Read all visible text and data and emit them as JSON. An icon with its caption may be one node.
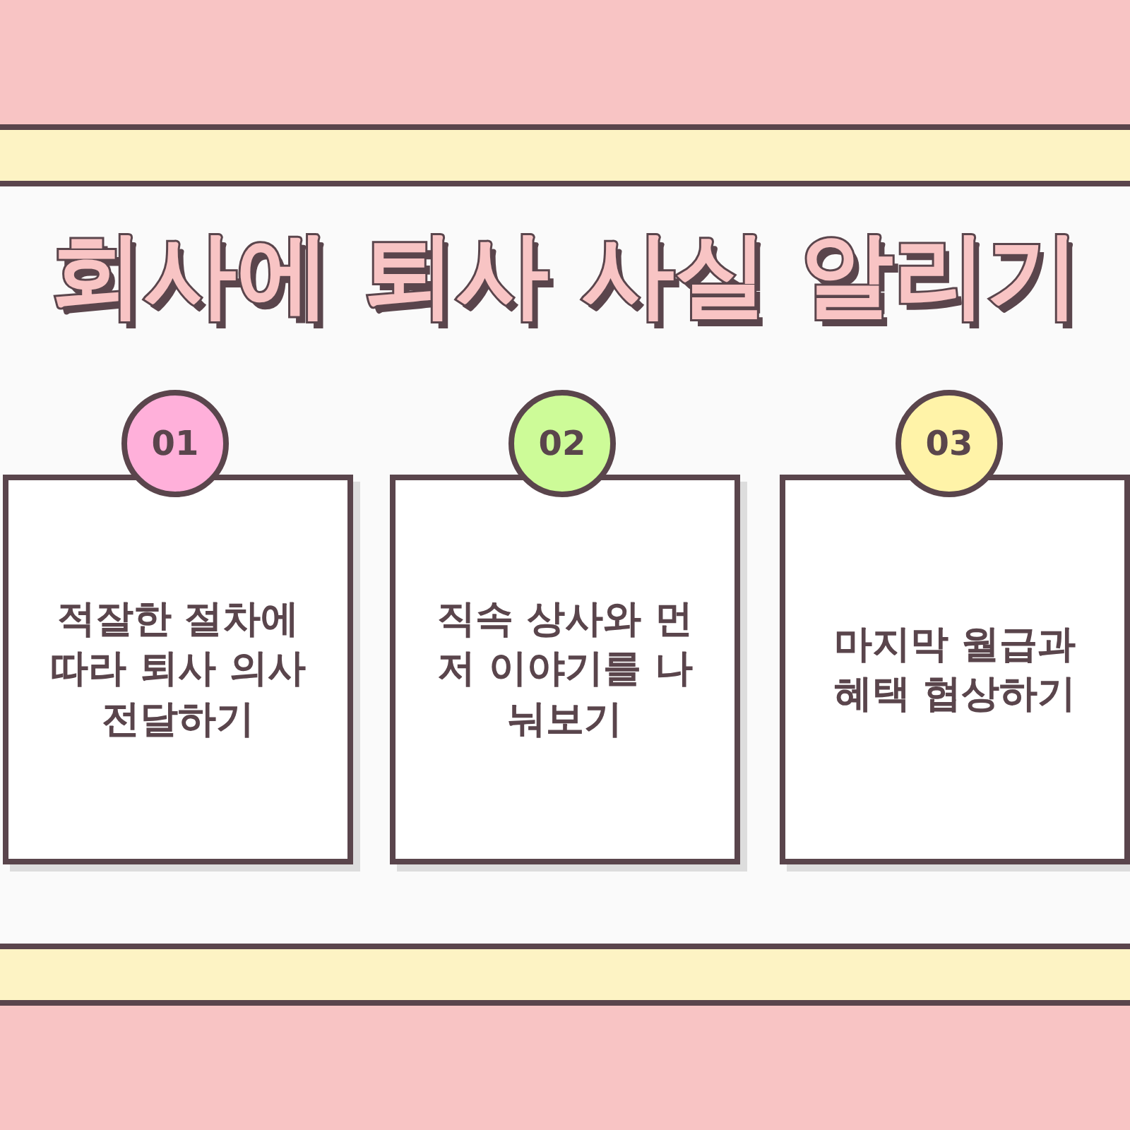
{
  "diagram": {
    "title": "회사에 퇴사 사실 알리기",
    "nodes": [
      {
        "text": [
          "01"
        ]
      },
      {
        "text": [
          "적잘한 절차에 따라 퇴사 의사 전달하기"
        ]
      },
      {
        "text": [
          "02"
        ]
      },
      {
        "text": [
          "직속 상사와 먼저 이야기를 나눠보기"
        ]
      },
      {
        "text": [
          "03"
        ]
      },
      {
        "text": [
          "마지막 월급과 혜택 협상하기"
        ]
      }
    ],
    "edges": []
  }
}
